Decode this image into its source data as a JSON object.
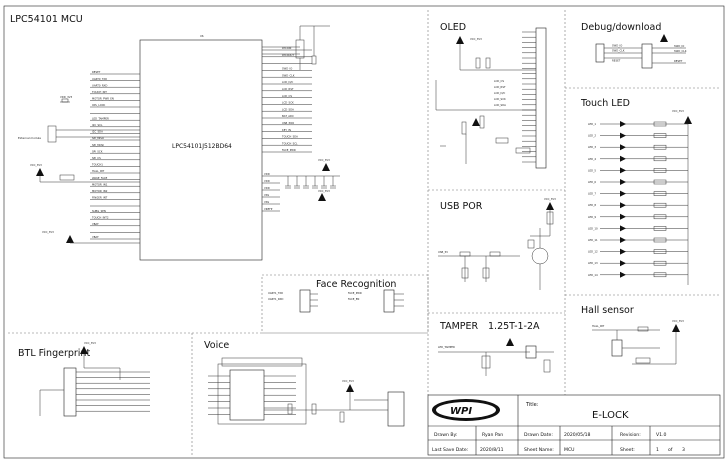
{
  "sections": {
    "mcu": "LPC54101 MCU",
    "oled": "OLED",
    "debug": "Debug/download",
    "touch_led": "Touch LED",
    "usb_por": "USB POR",
    "face": "Face Recognition",
    "hall": "Hall sensor",
    "tamper": "TAMPER",
    "tamper_conn": "1.25T-1-2A",
    "btl": "BTL Fingerprint",
    "voice": "Voice"
  },
  "mcu_chip": {
    "label": "LPC54101J512BD64",
    "ref": "U6",
    "left_pins": [
      "RESET",
      "UART0_TXD",
      "UART0_RXD",
      "TOUCH_INT",
      "MOTOR_PWR_EN",
      "OPL_LOCK",
      "",
      "LED_TAMPER",
      "I2C_SCL",
      "I2C_SDA",
      "SPI_MISO",
      "SPI_MOSI",
      "SPI_SCK",
      "SPI_CS",
      "TOUCH1",
      "HALL_INT",
      "WAKE_FACE",
      "MOTOR_IN1",
      "MOTOR_IN2",
      "FINGER_INT",
      "",
      "SUBG_SEN",
      "TOUCH_INT2",
      "VBAT",
      "",
      "VBAT"
    ],
    "right_pins": [
      "RTCXIN",
      "RTCXOUT",
      "",
      "SWD_IO",
      "SWD_CLK",
      "LCD_D/C",
      "LCD_RST",
      "LCD_CS",
      "LCD_SCK",
      "LCD_SDA",
      "BAT_ADC",
      "USB_POR",
      "KEY_IN",
      "TOUCH_SDA",
      "TOUCH_SCL",
      "FACE_PWR"
    ],
    "power_pins": [
      "VDD",
      "VDD",
      "VDD",
      "VSS",
      "VSS",
      "VREFP"
    ]
  },
  "nets": {
    "vcc": "VCC_3V3",
    "power_left": "VDD_3V3",
    "external_module": "External module",
    "oled_bus": [
      "LCD_CS",
      "LCD_RST",
      "LCD_D/C",
      "LCD_SCK",
      "LCD_SDA"
    ],
    "debug_nets": [
      "SWD_IO",
      "SWD_CLK",
      "RESET"
    ],
    "face_left": [
      "UART1_TXD",
      "UART1_RXD"
    ],
    "face_right": [
      "FACE_PWR",
      "FACE_EN"
    ],
    "usb": "USB_5V",
    "tamper_net": "LED_TAMPER",
    "hall_net": "HALL_INT"
  },
  "touch_led": {
    "labels": [
      "LED_1",
      "LED_2",
      "LED_3",
      "LED_4",
      "LED_5",
      "LED_6",
      "LED_7",
      "LED_8",
      "LED_9",
      "LED_10",
      "LED_11",
      "LED_12",
      "LED_13",
      "LED_14"
    ]
  },
  "title_block": {
    "title_label": "Title:",
    "title": "E-LOCK",
    "drawn_by_label": "Drawn By:",
    "drawn_by": "Ryan Pan",
    "drawn_date_label": "Drawn Date:",
    "drawn_date": "2020/05/18",
    "revision_label": "Revision:",
    "revision": "V1.0",
    "last_save_label": "Last Save Date:",
    "last_save": "2020/8/11",
    "sheet_name_label": "Sheet Name:",
    "sheet_name": "MCU",
    "sheet_label": "Sheet:",
    "sheet_num": "1",
    "sheet_of": "of",
    "sheet_total": "3",
    "logo": "WPI"
  }
}
